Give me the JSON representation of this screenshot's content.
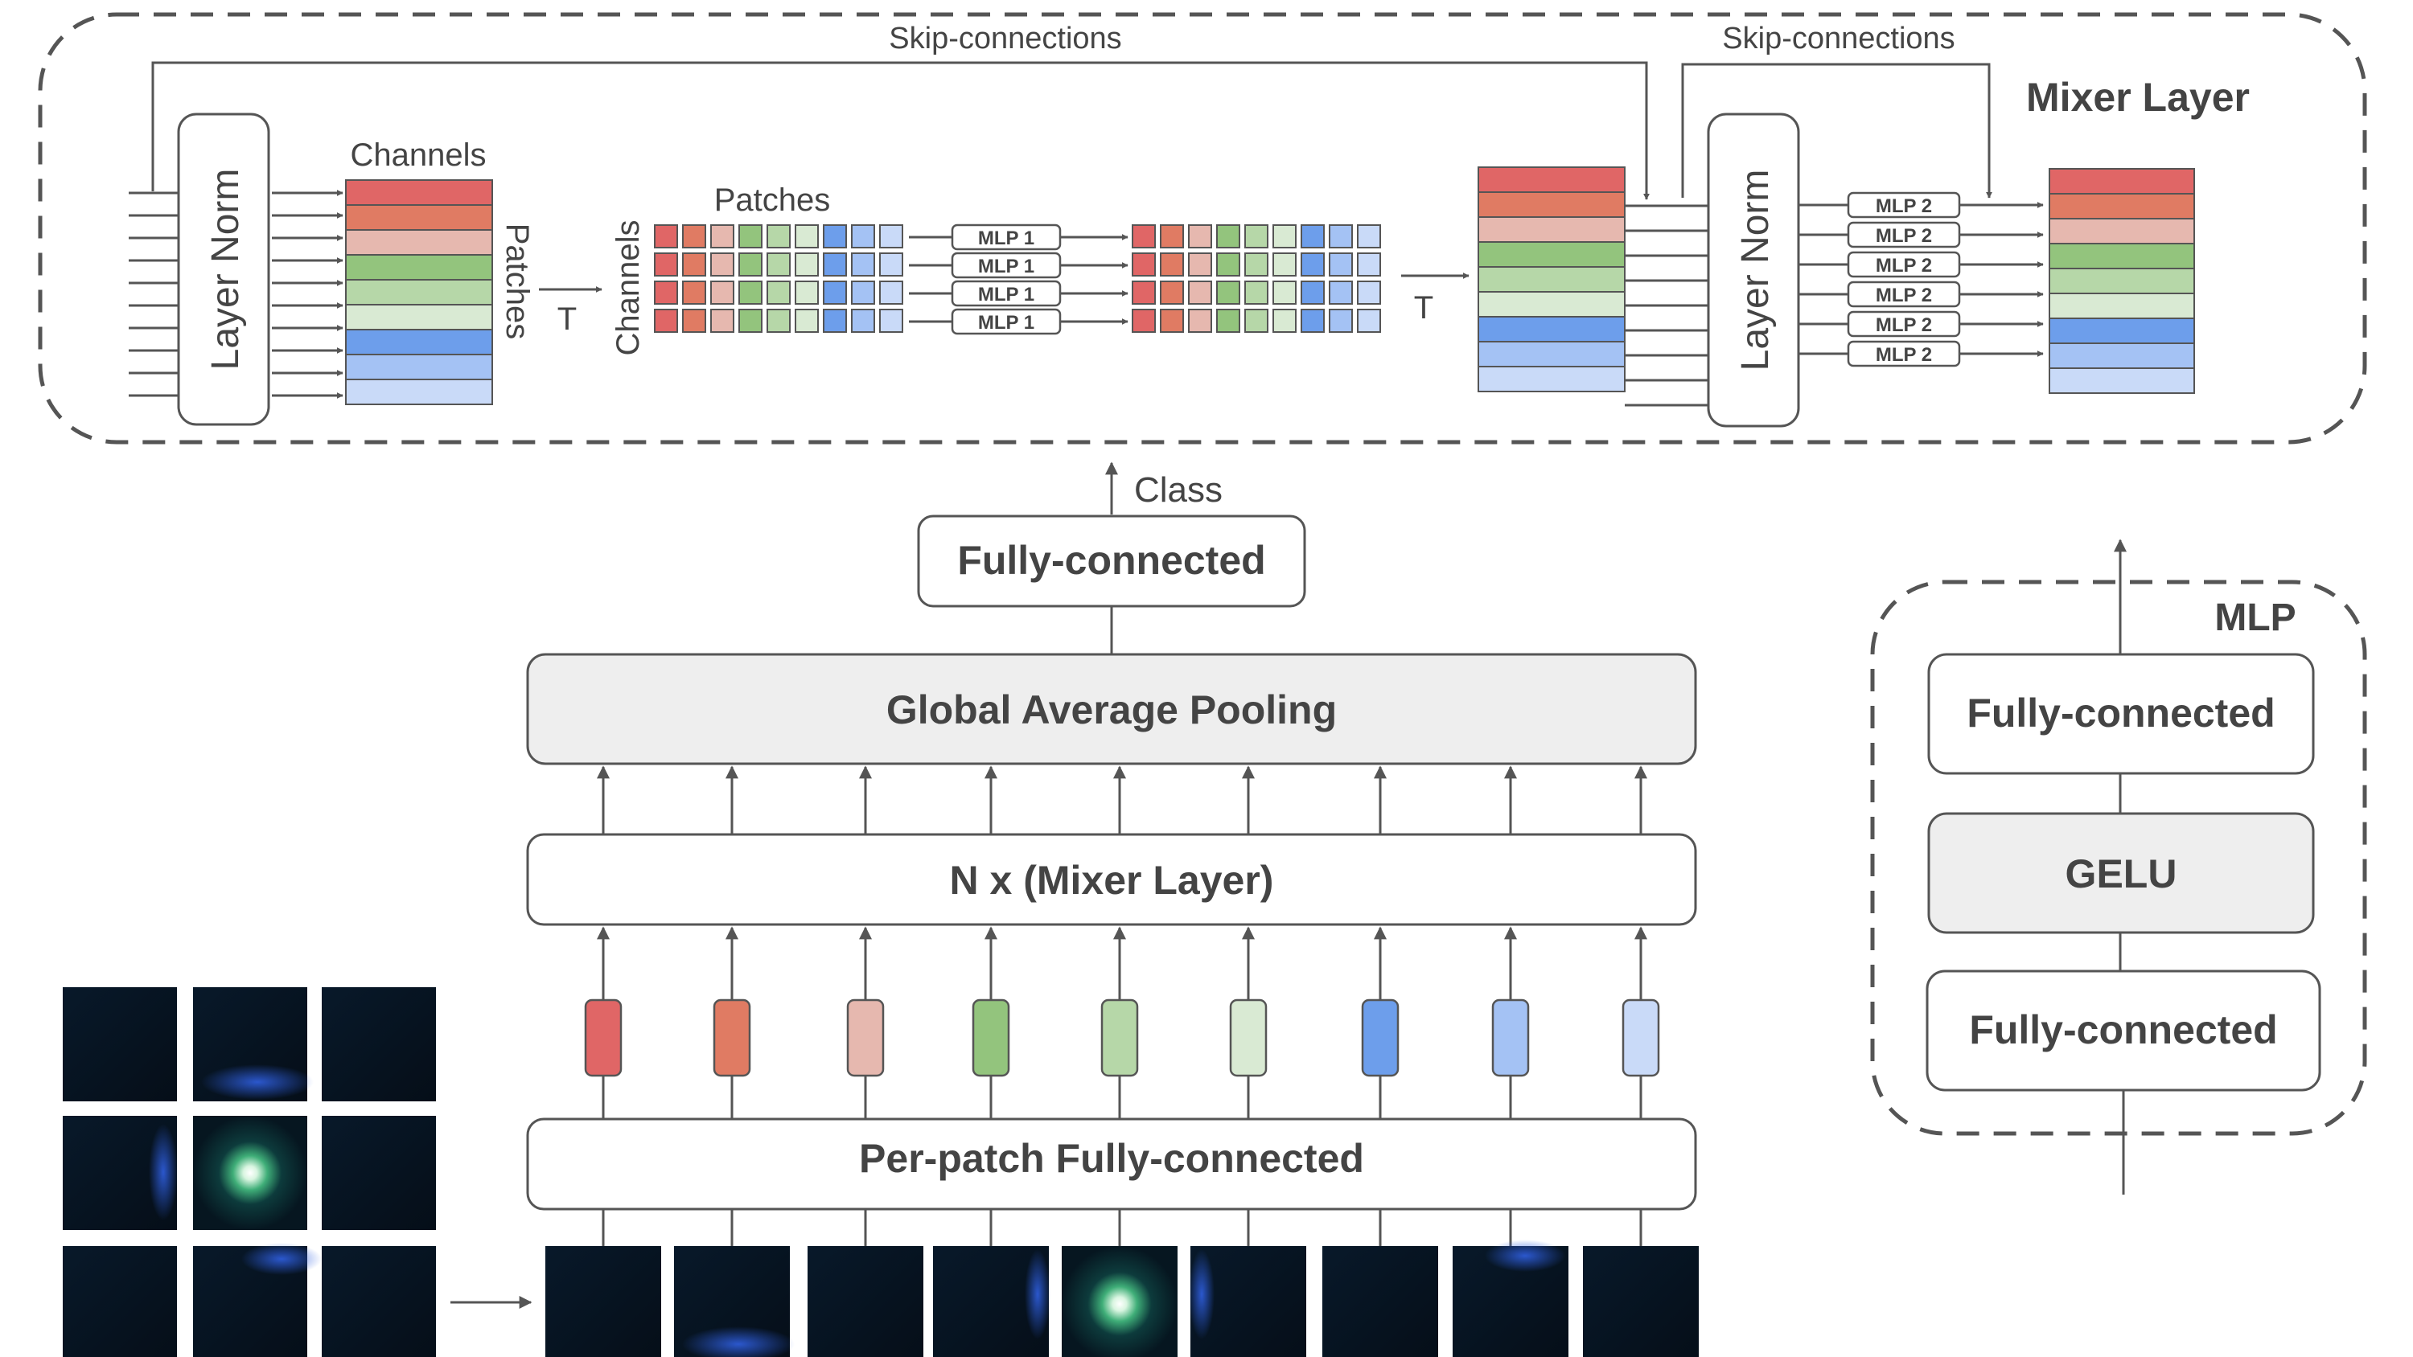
{
  "colors": {
    "red": "#e06666",
    "orange": "#e07b63",
    "pink": "#e6b8af",
    "green": "#93c47d",
    "lightgreen": "#b6d7a8",
    "palegreen": "#d9ead3",
    "blue": "#6d9eeb",
    "lightblue": "#a4c2f4",
    "paleblue": "#c9daf8",
    "stroke": "#555555",
    "boxfill": "#eeeeee"
  },
  "mixer": {
    "title": "Mixer Layer",
    "skip_label_1": "Skip-connections",
    "skip_label_2": "Skip-connections",
    "layer_norm_1": "Layer Norm",
    "layer_norm_2": "Layer Norm",
    "channels_top": "Channels",
    "patches_side": "Patches",
    "transpose_1": "T",
    "channels_side": "Channels",
    "patches_top": "Patches",
    "transpose_2": "T",
    "mlp1_label": "MLP 1",
    "mlp2_label": "MLP 2"
  },
  "main": {
    "class_label": "Class",
    "fc_head": "Fully-connected",
    "gap": "Global Average Pooling",
    "mixer_stack": "N x (Mixer Layer)",
    "per_patch": "Per-patch Fully-connected"
  },
  "mlp_block": {
    "title": "MLP",
    "fc_top": "Fully-connected",
    "gelu": "GELU",
    "fc_bottom": "Fully-connected"
  },
  "images": {
    "grid_icon": "image-grid-icon",
    "patch_icon": "image-patch-icon"
  }
}
